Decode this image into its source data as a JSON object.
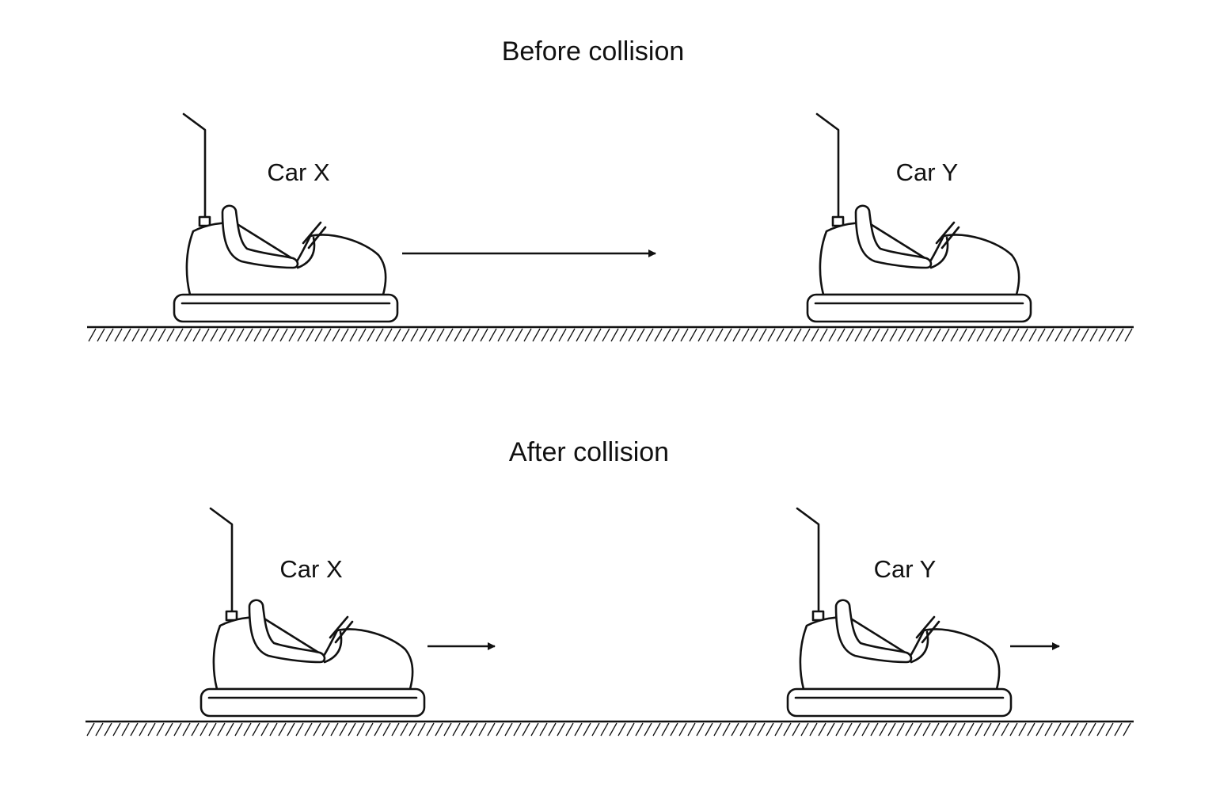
{
  "panels": [
    {
      "heading": "Before collision",
      "cars": [
        {
          "label": "Car X"
        },
        {
          "label": "Car Y"
        }
      ]
    },
    {
      "heading": "After collision",
      "cars": [
        {
          "label": "Car X"
        },
        {
          "label": "Car Y"
        }
      ]
    }
  ],
  "icons": {
    "car": "bumper-car-icon",
    "arrow": "velocity-arrow-icon",
    "ground": "hatched-ground"
  },
  "colors": {
    "line": "#111111",
    "background": "#ffffff"
  }
}
